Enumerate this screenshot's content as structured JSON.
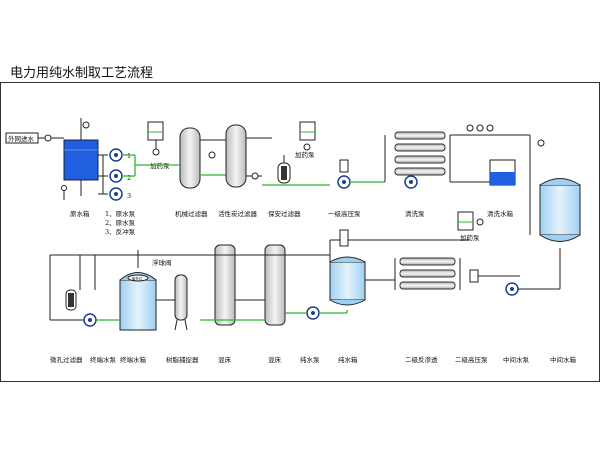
{
  "title": "电力用纯水制取工艺流程",
  "colors": {
    "water": "#1f5fe0",
    "tank_light": "#c8e4f7",
    "pipe_green": "#2db82d",
    "pump_blue": "#1b3f8f",
    "line": "#222222"
  },
  "inlet_label": "外网进水",
  "labels": {
    "raw_tank": "原水箱",
    "raw_pump_1": "1、原水泵",
    "raw_pump_2": "2、原水泵",
    "backwash_pump": "3、反冲泵",
    "dosing_pump_1": "加药泵",
    "mech_filter": "机械过滤器",
    "carbon_filter": "活性炭过滤器",
    "security_filter": "保安过滤器",
    "dosing_pump_2": "加药泵",
    "hp_pump_1": "一级高压泵",
    "wash_pump": "清洗泵",
    "wash_tank": "清洗水箱",
    "dosing_pump_3": "加药泵",
    "ro2": "二级反渗透",
    "hp_pump_2": "二级高压泵",
    "mid_pump": "中间水泵",
    "mid_tank": "中间水箱",
    "micro_filter": "微孔过滤器",
    "terminal_pump": "终端水泵",
    "terminal_tank": "终端水箱",
    "resin_trap": "树脂捕捉器",
    "mixed_bed_1": "混床",
    "mixed_bed_2": "混床",
    "pure_pump": "纯水泵",
    "pure_tank": "纯水箱",
    "float_ball": "浮球阀",
    "uv_lamp": "紫外灯"
  },
  "pump_numbers": [
    "1",
    "2",
    "3"
  ]
}
